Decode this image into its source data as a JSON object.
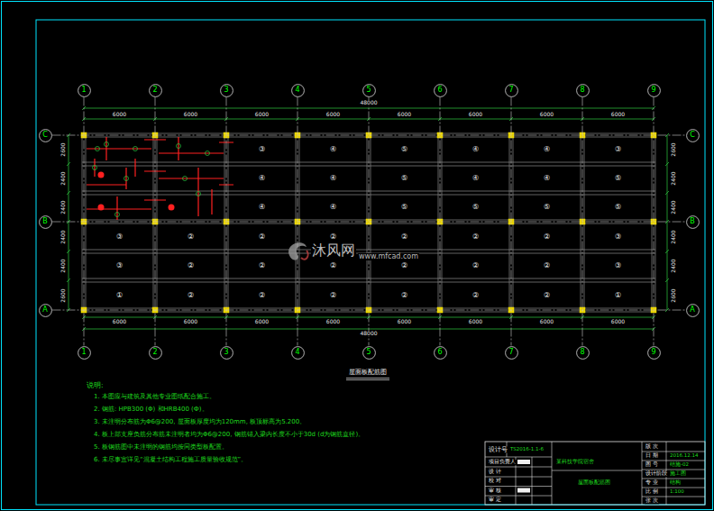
{
  "diagram": {
    "title": "屋面板配筋图",
    "nodes": [
      {
        "text": [
          "1"
        ]
      },
      {
        "text": [
          "2"
        ]
      },
      {
        "text": [
          "3"
        ]
      },
      {
        "text": [
          "4"
        ]
      },
      {
        "text": [
          "5"
        ]
      },
      {
        "text": [
          "6"
        ]
      },
      {
        "text": [
          "7"
        ]
      },
      {
        "text": [
          "8"
        ]
      },
      {
        "text": [
          "9"
        ]
      },
      {
        "text": [
          "C"
        ]
      },
      {
        "text": [
          "C"
        ]
      },
      {
        "text": [
          "B"
        ]
      },
      {
        "text": [
          "B"
        ]
      },
      {
        "text": [
          "A"
        ]
      },
      {
        "text": [
          "A"
        ]
      },
      {
        "text": [
          "1"
        ]
      },
      {
        "text": [
          "2"
        ]
      },
      {
        "text": [
          "3"
        ]
      },
      {
        "text": [
          "4"
        ]
      },
      {
        "text": [
          "5"
        ]
      },
      {
        "text": [
          "6"
        ]
      },
      {
        "text": [
          "7"
        ]
      },
      {
        "text": [
          "8"
        ]
      },
      {
        "text": [
          "9"
        ]
      }
    ],
    "edges": [
      {
        "from": 0,
        "to": 15,
        "arrow": "none"
      },
      {
        "from": 1,
        "to": 16,
        "arrow": "none"
      },
      {
        "from": 2,
        "to": 17,
        "arrow": "none"
      },
      {
        "from": 3,
        "to": 18,
        "arrow": "none"
      },
      {
        "from": 4,
        "to": 19,
        "arrow": "none"
      },
      {
        "from": 5,
        "to": 20,
        "arrow": "none"
      },
      {
        "from": 6,
        "to": 21,
        "arrow": "none"
      },
      {
        "from": 7,
        "to": 22,
        "arrow": "none"
      },
      {
        "from": 8,
        "to": 23,
        "arrow": "none"
      },
      {
        "from": 9,
        "to": 10,
        "arrow": "none"
      },
      {
        "from": 11,
        "to": 12,
        "arrow": "none"
      },
      {
        "from": 13,
        "to": 14,
        "arrow": "none"
      }
    ],
    "labels": [
      "48000",
      "6000",
      "6000",
      "6000",
      "6000",
      "6000",
      "6000",
      "6000",
      "6000",
      "48000",
      "6000",
      "6000",
      "6000",
      "6000",
      "6000",
      "6000",
      "6000",
      "6000",
      "2600",
      "2400",
      "2400",
      "2400",
      "2400",
      "2600",
      "2600",
      "2400",
      "2400",
      "2400",
      "2400",
      "2600",
      "③",
      "④",
      "⑤",
      "④",
      "④",
      "③",
      "④",
      "④",
      "⑤",
      "④",
      "④",
      "⑤",
      "④",
      "④",
      "⑤",
      "⑤",
      "⑤",
      "⑤",
      "③",
      "②",
      "②",
      "②",
      "②",
      "②",
      "②",
      "③",
      "③",
      "②",
      "②",
      "②",
      "②",
      "②",
      "②",
      "③",
      "①",
      "②",
      "②",
      "②",
      "②",
      "②",
      "②",
      "①",
      "说明:",
      "1. 本图应与建筑及其他专业图纸配合施工。",
      "2. 钢筋: HPB300 (Φ) 和HRB400 (Ф)。",
      "3. 未注明分布筋为Φ6@200, 屋面板厚度均为120mm, 板顶标高为5.200。",
      "4. 板上部支座负筋分布筋未注明者均为Φ6@200, 钢筋锚入梁内长度不小于30d (d为钢筋直径)。",
      "5. 板钢筋图中未注明的钢筋均按同类型板配置。",
      "6. 未尽事宜详见“混凝土结构工程施工质量验收规范”。",
      "设计号",
      "TS2016-1.1-6",
      "项目负责人",
      "设 计",
      "校 对",
      "审 核",
      "审 定",
      "某科技学院宿舍",
      "屋面板配筋图",
      "版 次",
      "日 期",
      "2016.12.14",
      "图 号",
      "结施-02",
      "设计阶段",
      "施工图",
      "专 业",
      "结构",
      "比 例",
      "1:100",
      "张 次",
      "沐风网",
      "www.mfcad.com"
    ]
  }
}
